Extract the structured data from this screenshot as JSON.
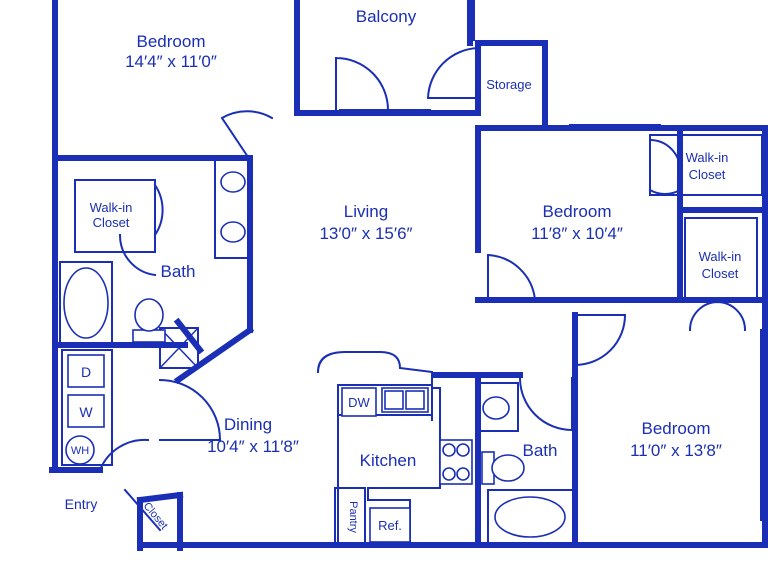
{
  "rooms": {
    "bedroom_1": {
      "name": "Bedroom",
      "size": "14′4″ x 11′0″"
    },
    "balcony": {
      "name": "Balcony"
    },
    "storage": {
      "name": "Storage"
    },
    "walkin_1": {
      "line1": "Walk-in",
      "line2": "Closet"
    },
    "bath_1": {
      "name": "Bath"
    },
    "living": {
      "name": "Living",
      "size": "13′0″ x 15′6″"
    },
    "walkin_2": {
      "line1": "Walk-in",
      "line2": "Closet"
    },
    "bedroom_2": {
      "name": "Bedroom",
      "size": "11′8″ x 10′4″"
    },
    "walkin_3": {
      "line1": "Walk-in",
      "line2": "Closet"
    },
    "dining": {
      "name": "Dining",
      "size": "10′4″ x 11′8″"
    },
    "kitchen": {
      "name": "Kitchen"
    },
    "bath_2": {
      "name": "Bath"
    },
    "bedroom_3": {
      "name": "Bedroom",
      "size": "11′0″ x 13′8″"
    },
    "entry": {
      "name": "Entry"
    },
    "closet": {
      "name": "Closet"
    },
    "pantry": {
      "name": "Pantry"
    }
  },
  "appliances": {
    "dryer": "D",
    "washer": "W",
    "water_heater": "WH",
    "dishwasher": "DW",
    "refrigerator": "Ref."
  },
  "colors": {
    "wall": "#1a2fb5",
    "background": "#ffffff"
  }
}
